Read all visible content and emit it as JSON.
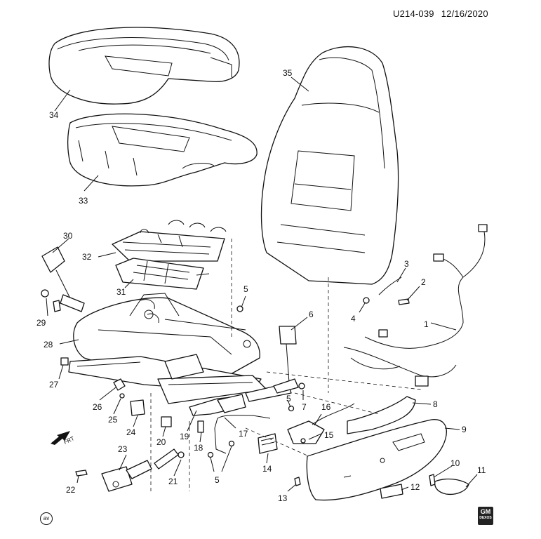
{
  "header": {
    "diagram_id": "U214-039",
    "date": "12/16/2020"
  },
  "callouts": {
    "c1": "1",
    "c2": "2",
    "c3": "3",
    "c4": "4",
    "c5a": "5",
    "c5b": "5",
    "c5c": "5",
    "c6": "6",
    "c7": "7",
    "c8": "8",
    "c9": "9",
    "c10": "10",
    "c11": "11",
    "c12": "12",
    "c13": "13",
    "c14": "14",
    "c15": "15",
    "c16": "16",
    "c17": "17",
    "c18": "18",
    "c19": "19",
    "c20": "20",
    "c21": "21",
    "c22": "22",
    "c23": "23",
    "c24": "24",
    "c25": "25",
    "c26": "26",
    "c27": "27",
    "c28": "28",
    "c29": "29",
    "c30": "30",
    "c31": "31",
    "c32": "32",
    "c33": "33",
    "c34": "34",
    "c35": "35"
  },
  "direction_marker": {
    "text": "FRT",
    "icon": "forward-arrow-icon"
  },
  "logo": {
    "text": "GM",
    "sub": "DEXOS"
  },
  "corner_mark": "av"
}
